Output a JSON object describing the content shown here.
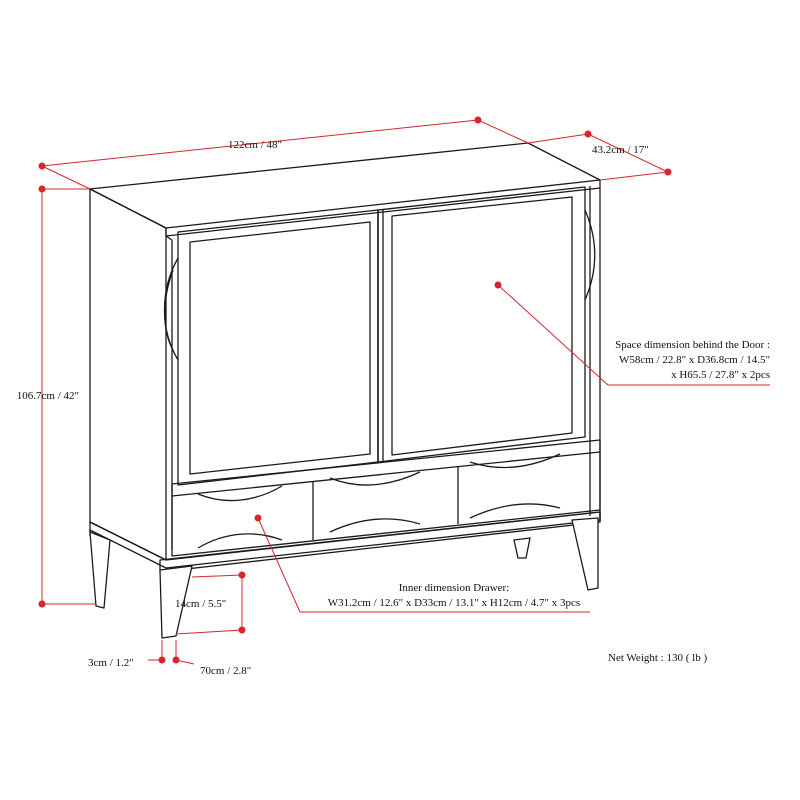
{
  "dimensions": {
    "width": "122cm / 48\"",
    "depth": "43.2cm / 17\"",
    "height": "106.7cm / 42\"",
    "leg_clearance": "14cm / 5.5\"",
    "leg_width": "3cm / 1.2\"",
    "leg_depth": "70cm / 2.8\""
  },
  "notes": {
    "door_space": [
      "Space dimension behind the Door :",
      "W58cm / 22.8\" x D36.8cm / 14.5\"",
      "x H65.5 / 27.8\" x 2pcs"
    ],
    "drawer_space": [
      "Inner dimension Drawer:",
      "W31.2cm / 12.6\" x D33cm / 13.1\" x H12cm / 4.7\" x 3pcs"
    ],
    "net_weight": "Net Weight : 130 ( lb )"
  },
  "colors": {
    "outline": "#1a1a1a",
    "dimension_line": "#d9252c",
    "background": "#ffffff"
  }
}
